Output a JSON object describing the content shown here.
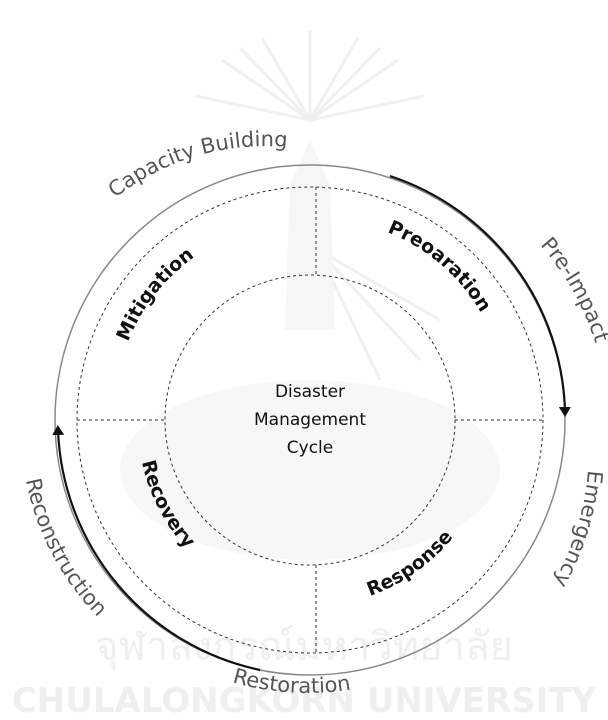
{
  "watermark": {
    "thai": "จุฬาลงกรณ์มหาวิทยาลัย",
    "english": "CHULALONGKORN UNIVERSITY"
  },
  "center_title": [
    "Disaster",
    "Management",
    "Cycle"
  ],
  "quadrants": {
    "top_left": "Mitigation",
    "top_right": "Preoaration",
    "bottom_left": "Recovery",
    "bottom_right": "Response"
  },
  "outer_labels": {
    "top": "Capacity Building",
    "right_upper": "Pre-Impact",
    "right_lower": "Emergency",
    "left_lower": "Reconstruction",
    "bottom": "Restoration"
  },
  "colors": {
    "line": "#111111",
    "outer_text": "#555555",
    "circle": "#888888",
    "watermark": "#e3e3e3"
  }
}
